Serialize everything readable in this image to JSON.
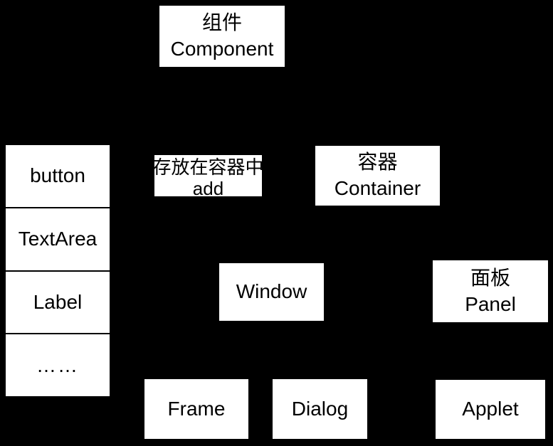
{
  "canvas": {
    "background_color": "#000000",
    "node_fill_color": "#ffffff",
    "node_border_color": "#000000",
    "text_color": "#000000"
  },
  "nodes": {
    "component": {
      "line1": "组件",
      "line2": "Component"
    },
    "container": {
      "line1": "容器",
      "line2": "Container"
    },
    "panel": {
      "line1": "面板",
      "line2": "Panel"
    },
    "window": {
      "label": "Window"
    },
    "frame": {
      "label": "Frame"
    },
    "dialog": {
      "label": "Dialog"
    },
    "applet": {
      "label": "Applet"
    }
  },
  "annotation": {
    "line1": "存放在容器中",
    "line2": "add"
  },
  "component_list": {
    "items": [
      "button",
      "TextArea",
      "Label",
      "……"
    ]
  }
}
